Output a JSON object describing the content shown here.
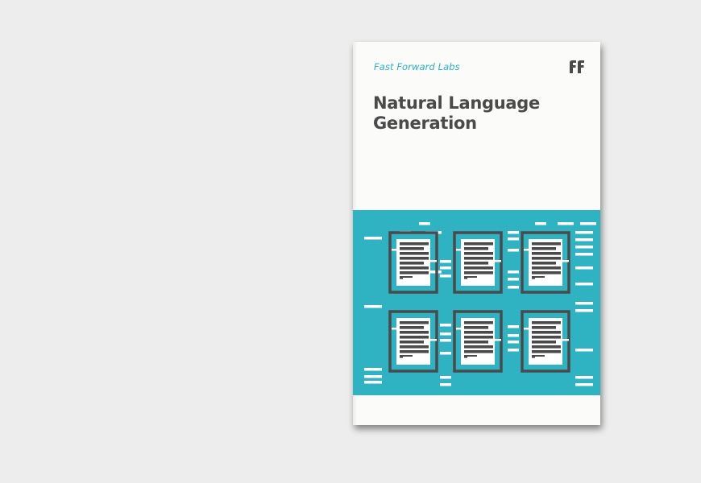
{
  "cover": {
    "publisher": "Fast Forward Labs",
    "logo_text": "FF",
    "title_line1": "Natural Language",
    "title_line2": "Generation"
  },
  "colors": {
    "background": "#ededed",
    "cover": "#fbfbfa",
    "accent_teal": "#2fb2c2",
    "publisher_text": "#2ab0c4",
    "ink": "#4a4a4a"
  },
  "illustration": {
    "description_icon": "document-grid-icon",
    "document_count": 6
  }
}
